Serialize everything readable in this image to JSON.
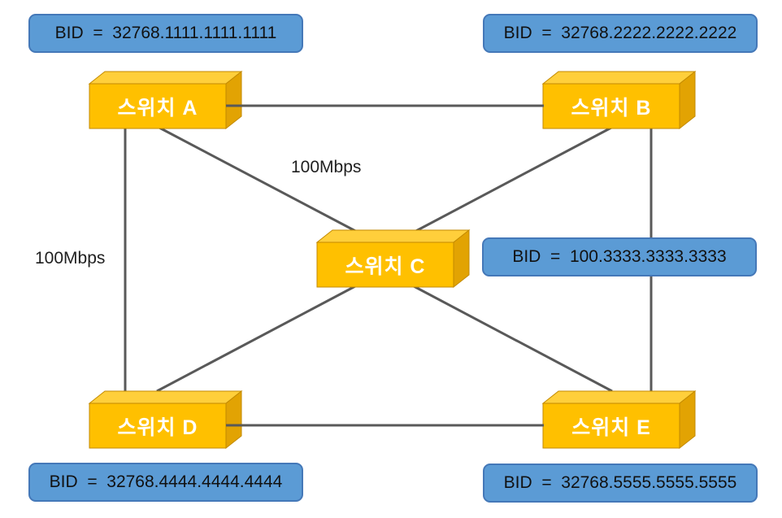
{
  "diagram": {
    "type": "network-topology",
    "subject": "STP bridge IDs for five switches",
    "nodes": [
      {
        "id": "A",
        "label": "스위치 A",
        "bid": "BID  =  32768.1111.1111.1111"
      },
      {
        "id": "B",
        "label": "스위치 B",
        "bid": "BID  =  32768.2222.2222.2222"
      },
      {
        "id": "C",
        "label": "스위치 C",
        "bid": "BID  =  100.3333.3333.3333"
      },
      {
        "id": "D",
        "label": "스위치 D",
        "bid": "BID  =  32768.4444.4444.4444"
      },
      {
        "id": "E",
        "label": "스위치 E",
        "bid": "BID  =  32768.5555.5555.5555"
      }
    ],
    "links": [
      {
        "from": "A",
        "to": "B",
        "label": ""
      },
      {
        "from": "A",
        "to": "C",
        "label": "100Mbps"
      },
      {
        "from": "A",
        "to": "D",
        "label": "100Mbps"
      },
      {
        "from": "B",
        "to": "C",
        "label": ""
      },
      {
        "from": "B",
        "to": "E",
        "label": ""
      },
      {
        "from": "C",
        "to": "D",
        "label": ""
      },
      {
        "from": "C",
        "to": "E",
        "label": ""
      },
      {
        "from": "D",
        "to": "E",
        "label": ""
      }
    ],
    "colors": {
      "node_front": "#FFC000",
      "node_top": "#FFCF3B",
      "node_side": "#E2A303",
      "node_border": "#C38A00",
      "bid_fill": "#5B9BD5",
      "bid_border": "#4478B8",
      "link": "#595959",
      "link_label_text": "#1F1F1F",
      "node_label_text": "#FFFFFF",
      "bid_text": "#111111"
    }
  }
}
